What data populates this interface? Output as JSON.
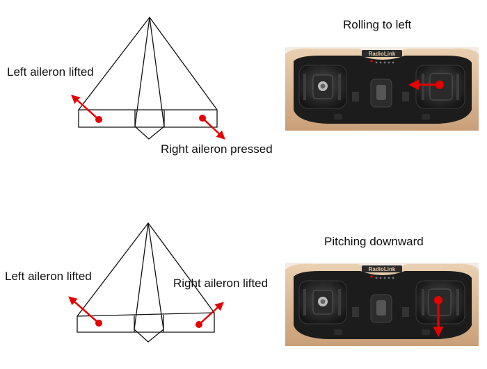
{
  "panels": [
    {
      "caption": "Rolling to left",
      "left_label": "Left aileron lifted",
      "right_label": "Right aileron pressed",
      "left_aileron": "up",
      "right_aileron": "down",
      "stick_direction": "left"
    },
    {
      "caption": "Pitching downward",
      "left_label": "Left aileron lifted",
      "right_label": "Right aileron lifted",
      "left_aileron": "up",
      "right_aileron": "up",
      "stick_direction": "down"
    }
  ],
  "transmitter": {
    "brand": "RadioLink",
    "colors": {
      "body": "#d8b48f",
      "face": "#1c1c1c",
      "marker": "#e60000"
    }
  },
  "colors": {
    "outline": "#111111",
    "arrow": "#e60000"
  }
}
